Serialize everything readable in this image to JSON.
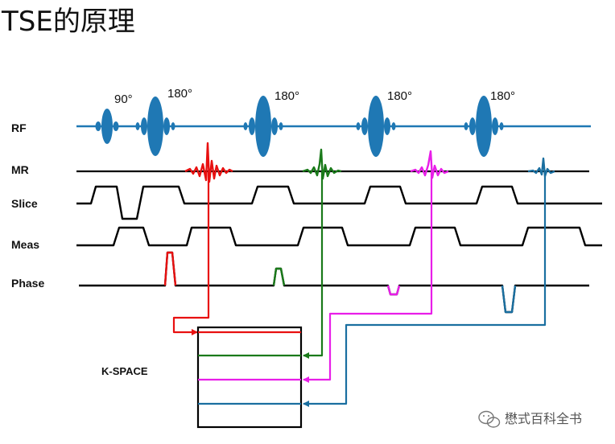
{
  "title": "TSE的原理",
  "rows": {
    "rf": "RF",
    "mr": "MR",
    "slice": "Slice",
    "meas": "Meas",
    "phase": "Phase"
  },
  "pulses": {
    "p90": "90°",
    "p180a": "180°",
    "p180b": "180°",
    "p180c": "180°",
    "p180d": "180°"
  },
  "kspace": {
    "label": "K-SPACE"
  },
  "watermark": {
    "text": "懋式百科全书",
    "icon": "wechat-icon"
  },
  "colors": {
    "rf": "#1f78b4",
    "echo1": "#e81010",
    "echo2": "#1a7a1a",
    "echo3": "#e81ee8",
    "echo4": "#1a6fa0",
    "line": "#000000"
  }
}
